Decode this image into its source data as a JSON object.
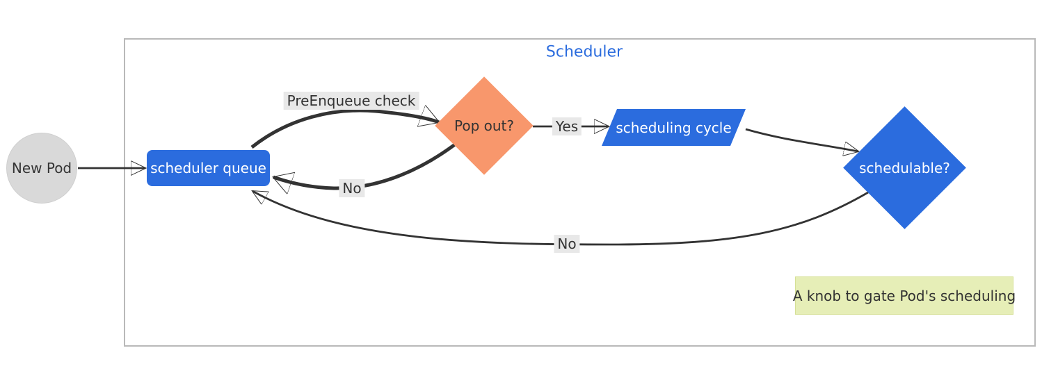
{
  "diagram": {
    "type": "flowchart",
    "title": "Scheduler",
    "nodes": {
      "new_pod": {
        "label": "New Pod",
        "shape": "circle",
        "fill": "#d9d9d9",
        "text_color": "#333333"
      },
      "scheduler_queue": {
        "label": "scheduler queue",
        "shape": "rounded-rect",
        "fill": "#2b6cde",
        "text_color": "#ffffff"
      },
      "pop_out": {
        "label": "Pop out?",
        "shape": "diamond",
        "fill": "#f8976c",
        "text_color": "#333333"
      },
      "scheduling_cycle": {
        "label": "scheduling cycle",
        "shape": "parallelogram",
        "fill": "#2b6cde",
        "text_color": "#ffffff"
      },
      "schedulable": {
        "label": "schedulable?",
        "shape": "diamond",
        "fill": "#2b6cde",
        "text_color": "#ffffff"
      }
    },
    "edges": [
      {
        "from": "new_pod",
        "to": "scheduler_queue",
        "label": "",
        "style": "normal"
      },
      {
        "from": "scheduler_queue",
        "to": "pop_out",
        "label": "PreEnqueue check",
        "style": "thick"
      },
      {
        "from": "pop_out",
        "to": "scheduler_queue",
        "label": "No",
        "style": "thick"
      },
      {
        "from": "pop_out",
        "to": "scheduling_cycle",
        "label": "Yes",
        "style": "normal"
      },
      {
        "from": "scheduling_cycle",
        "to": "schedulable",
        "label": "",
        "style": "normal"
      },
      {
        "from": "schedulable",
        "to": "scheduler_queue",
        "label": "No",
        "style": "normal"
      }
    ],
    "note": {
      "text": "A knob to gate Pod's scheduling",
      "fill": "#e6eeb7"
    },
    "colors": {
      "edge": "#333333",
      "edge_label_bg": "#e8e8e8",
      "title_text": "#2b6cde",
      "subgraph_border": "#b9b9b9",
      "background": "#ffffff"
    }
  }
}
